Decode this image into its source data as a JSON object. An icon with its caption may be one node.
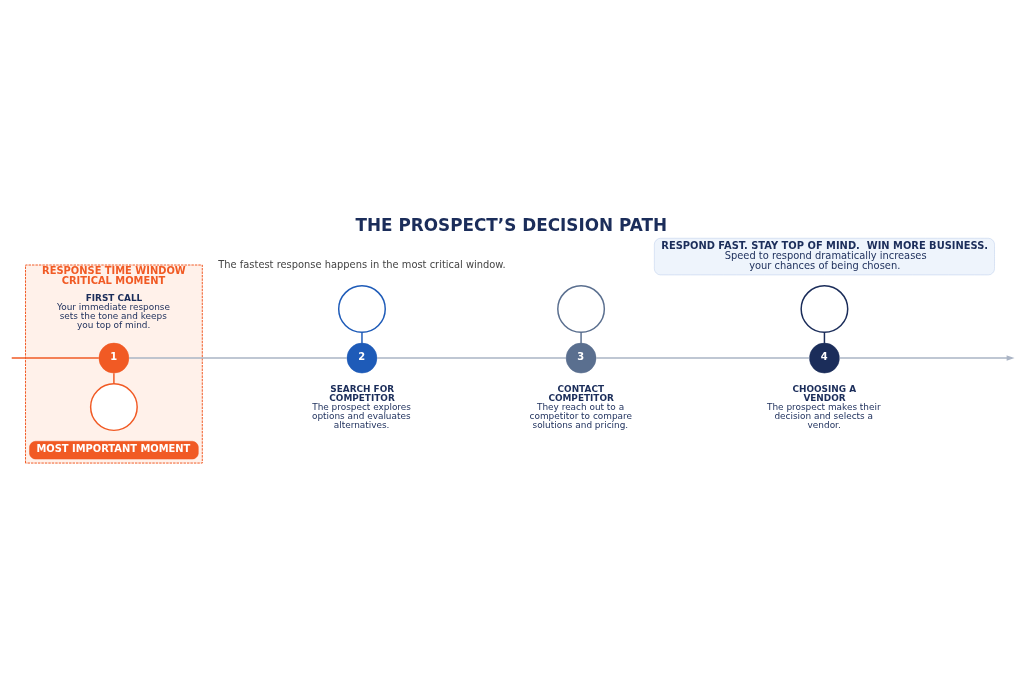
{
  "diagram": {
    "title": "THE PROSPECT’S DECISION PATH",
    "nodes": [
      {
        "text": [
          "RESPONSE TIME WINDOW",
          "CRITICAL MOMENT"
        ]
      },
      {
        "text": [],
        "shape": "circle",
        "in": 0
      },
      {
        "text": [
          "1"
        ],
        "in": 0,
        "beside": [
          "FIRST CALL",
          "Your immediate response sets the tone and keeps you top of mind."
        ]
      },
      {
        "text": [
          "MOST IMPORTANT MOMENT"
        ],
        "in": 0
      },
      {
        "text": [],
        "shape": "circle"
      },
      {
        "text": [
          "2"
        ],
        "beside": [
          "SEARCH FOR COMPETITOR",
          "The prospect explores options and evaluates alternatives."
        ]
      },
      {
        "text": [],
        "shape": "circle"
      },
      {
        "text": [
          "3"
        ],
        "beside": [
          "CONTACT COMPETITOR",
          "They reach out to a competitor to compare solutions and pricing."
        ]
      },
      {
        "text": [],
        "shape": "circle"
      },
      {
        "text": [
          "4"
        ],
        "beside": [
          "CHOOSING A VENDOR",
          "The prospect makes their decision and selects a vendor."
        ]
      },
      {
        "text": [
          "RESPOND FAST. STAY TOP OF MIND.  WIN MORE BUSINESS.",
          "Speed to respond dramatically increases your chances of being chosen."
        ]
      }
    ],
    "edges": [
      {
        "from": null,
        "to": 2,
        "arrow": "none",
        "color": "#f15a24"
      },
      {
        "from": 1,
        "to": 2,
        "arrow": "none",
        "color": "#f15a24"
      },
      {
        "from": 2,
        "to": 5,
        "arrow": "none"
      },
      {
        "from": 4,
        "to": 5,
        "arrow": "none",
        "color": "#1e5bb8"
      },
      {
        "from": 5,
        "to": 7,
        "arrow": "none"
      },
      {
        "from": 6,
        "to": 7,
        "arrow": "none",
        "color": "#5a6f8f"
      },
      {
        "from": 7,
        "to": 9,
        "arrow": "none"
      },
      {
        "from": 8,
        "to": 9,
        "arrow": "none",
        "color": "#1b2d5a"
      },
      {
        "from": 9,
        "to": null,
        "arrow": "to"
      }
    ],
    "labels": [
      "The fastest response happens in the most critical window."
    ]
  }
}
